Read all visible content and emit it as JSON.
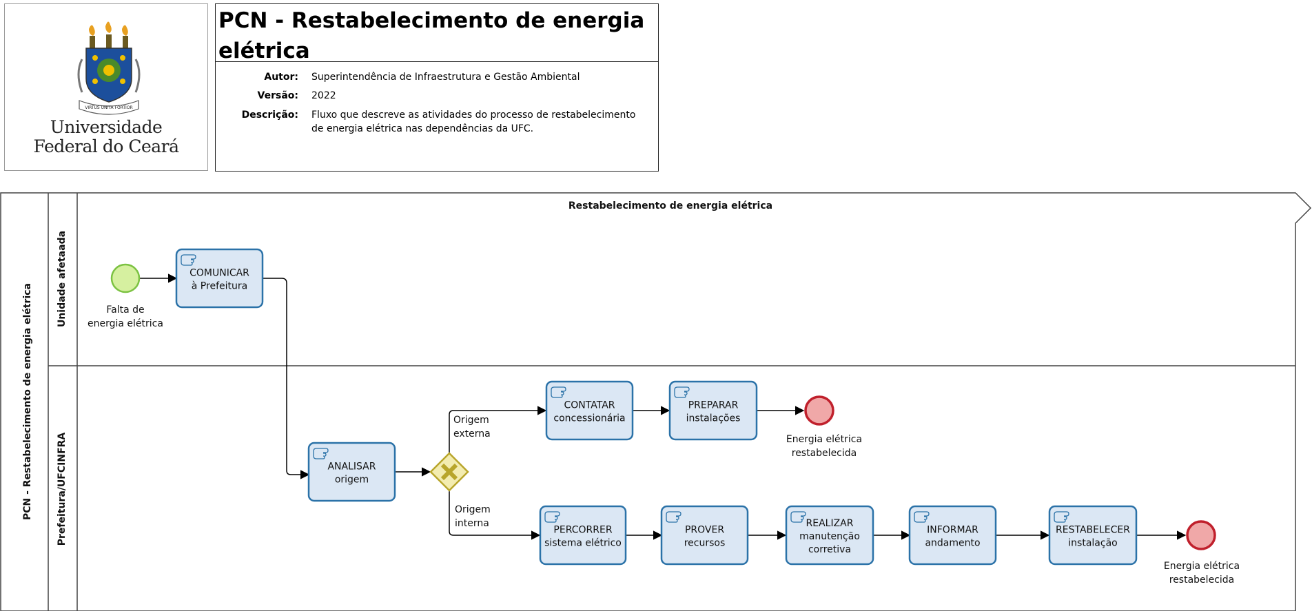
{
  "logo": {
    "line1": "Universidade",
    "line2": "Federal do Ceará",
    "motto": "VIRTUS UNITA FORTIOR"
  },
  "header": {
    "title": "PCN - Restabelecimento de energia elétrica",
    "fields": [
      {
        "label": "Autor:",
        "value": "Superintendência de Infraestrutura e Gestão Ambiental"
      },
      {
        "label": "Versão:",
        "value": "2022"
      },
      {
        "label": "Descrição:",
        "value": "Fluxo que descreve as atividades do processo de restabelecimento de energia elétrica nas dependências da UFC."
      }
    ]
  },
  "pool": {
    "name": "PCN - Restabelecimento de energia elétrica",
    "phase": "Restabelecimento de energia elétrica"
  },
  "lanes": {
    "lane1": "Unidade afetaada",
    "lane2": "Prefeitura/UFCINFRA"
  },
  "events": {
    "start": "Falta de energia elétrica",
    "end_external": "Energia elétrica restabelecida",
    "end_internal": "Energia elétrica restabelecida"
  },
  "tasks": {
    "comunicar": "COMUNICAR à Prefeitura",
    "analisar": "ANALISAR origem",
    "contatar": "CONTATAR concessionária",
    "preparar": "PREPARAR instalações",
    "percorrer": "PERCORRER sistema elétrico",
    "prover": "PROVER recursos",
    "realizar": "REALIZAR manutenção corretiva",
    "informar": "INFORMAR andamento",
    "restabelecer": "RESTABELECER instalação"
  },
  "flows": {
    "external": "Origem externa",
    "internal": "Origem interna"
  },
  "colors": {
    "task_fill": "#dbe7f4",
    "task_border": "#2b72a8",
    "start_fill": "#d6f0a0",
    "start_border": "#7cc242",
    "end_fill": "#f0a8a8",
    "end_border": "#c0202c",
    "gateway_fill": "#f3ecb0",
    "gateway_border": "#b8a52a"
  }
}
